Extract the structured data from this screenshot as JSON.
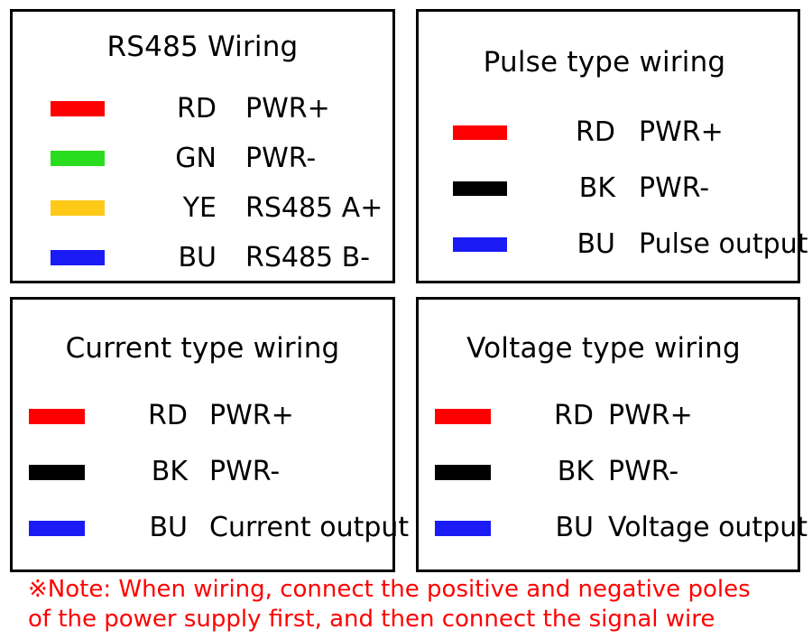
{
  "colors": {
    "red": "#ff0000",
    "green": "#2adc1e",
    "yellow": "#ffc917",
    "blue": "#1b1bf5",
    "black": "#000000",
    "border": "#000000",
    "note_red": "#ff0000",
    "background": "#ffffff"
  },
  "panels": [
    {
      "id": "rs485",
      "title": "RS485 Wiring",
      "rows": [
        {
          "swatch": "red-wire-swatch",
          "color": "#ff0000",
          "code": "RD",
          "desc": "PWR+"
        },
        {
          "swatch": "green-wire-swatch",
          "color": "#2adc1e",
          "code": "GN",
          "desc": "PWR-"
        },
        {
          "swatch": "yellow-wire-swatch",
          "color": "#ffc917",
          "code": "YE",
          "desc": "RS485 A+"
        },
        {
          "swatch": "blue-wire-swatch",
          "color": "#1b1bf5",
          "code": "BU",
          "desc": "RS485 B-"
        }
      ]
    },
    {
      "id": "pulse",
      "title": "Pulse type wiring",
      "rows": [
        {
          "swatch": "red-wire-swatch",
          "color": "#ff0000",
          "code": "RD",
          "desc": "PWR+"
        },
        {
          "swatch": "black-wire-swatch",
          "color": "#000000",
          "code": "BK",
          "desc": "PWR-"
        },
        {
          "swatch": "blue-wire-swatch",
          "color": "#1b1bf5",
          "code": "BU",
          "desc": "Pulse output"
        }
      ]
    },
    {
      "id": "current",
      "title": "Current type wiring",
      "rows": [
        {
          "swatch": "red-wire-swatch",
          "color": "#ff0000",
          "code": "RD",
          "desc": "PWR+"
        },
        {
          "swatch": "black-wire-swatch",
          "color": "#000000",
          "code": "BK",
          "desc": "PWR-"
        },
        {
          "swatch": "blue-wire-swatch",
          "color": "#1b1bf5",
          "code": "BU",
          "desc": "Current output"
        }
      ]
    },
    {
      "id": "voltage",
      "title": "Voltage type wiring",
      "rows": [
        {
          "swatch": "red-wire-swatch",
          "color": "#ff0000",
          "code": "RD",
          "desc": "PWR+"
        },
        {
          "swatch": "black-wire-swatch",
          "color": "#000000",
          "code": "BK",
          "desc": "PWR-"
        },
        {
          "swatch": "blue-wire-swatch",
          "color": "#1b1bf5",
          "code": "BU",
          "desc": "Voltage output"
        }
      ]
    }
  ],
  "note": {
    "line1": "※Note: When wiring, connect the positive and negative poles",
    "line2": "of the power supply first, and then connect the signal wire"
  }
}
